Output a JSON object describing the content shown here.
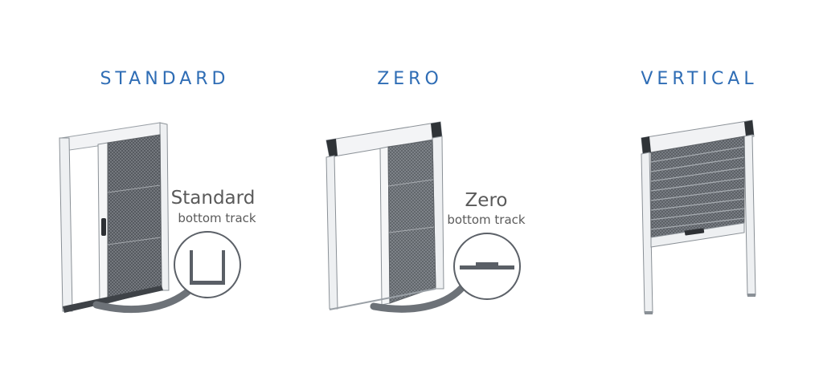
{
  "products": {
    "standard": {
      "title": "STANDARD",
      "track_name": "Standard",
      "track_sub": "bottom track"
    },
    "zero": {
      "title": "ZERO",
      "track_name": "Zero",
      "track_sub": "bottom track"
    },
    "vertical": {
      "title": "VERTICAL"
    }
  },
  "colors": {
    "title": "#2f6db5",
    "label": "#5a5a5a",
    "frame": "#e9ecef",
    "mesh": "#6b6f74",
    "profile": "#555a60"
  }
}
